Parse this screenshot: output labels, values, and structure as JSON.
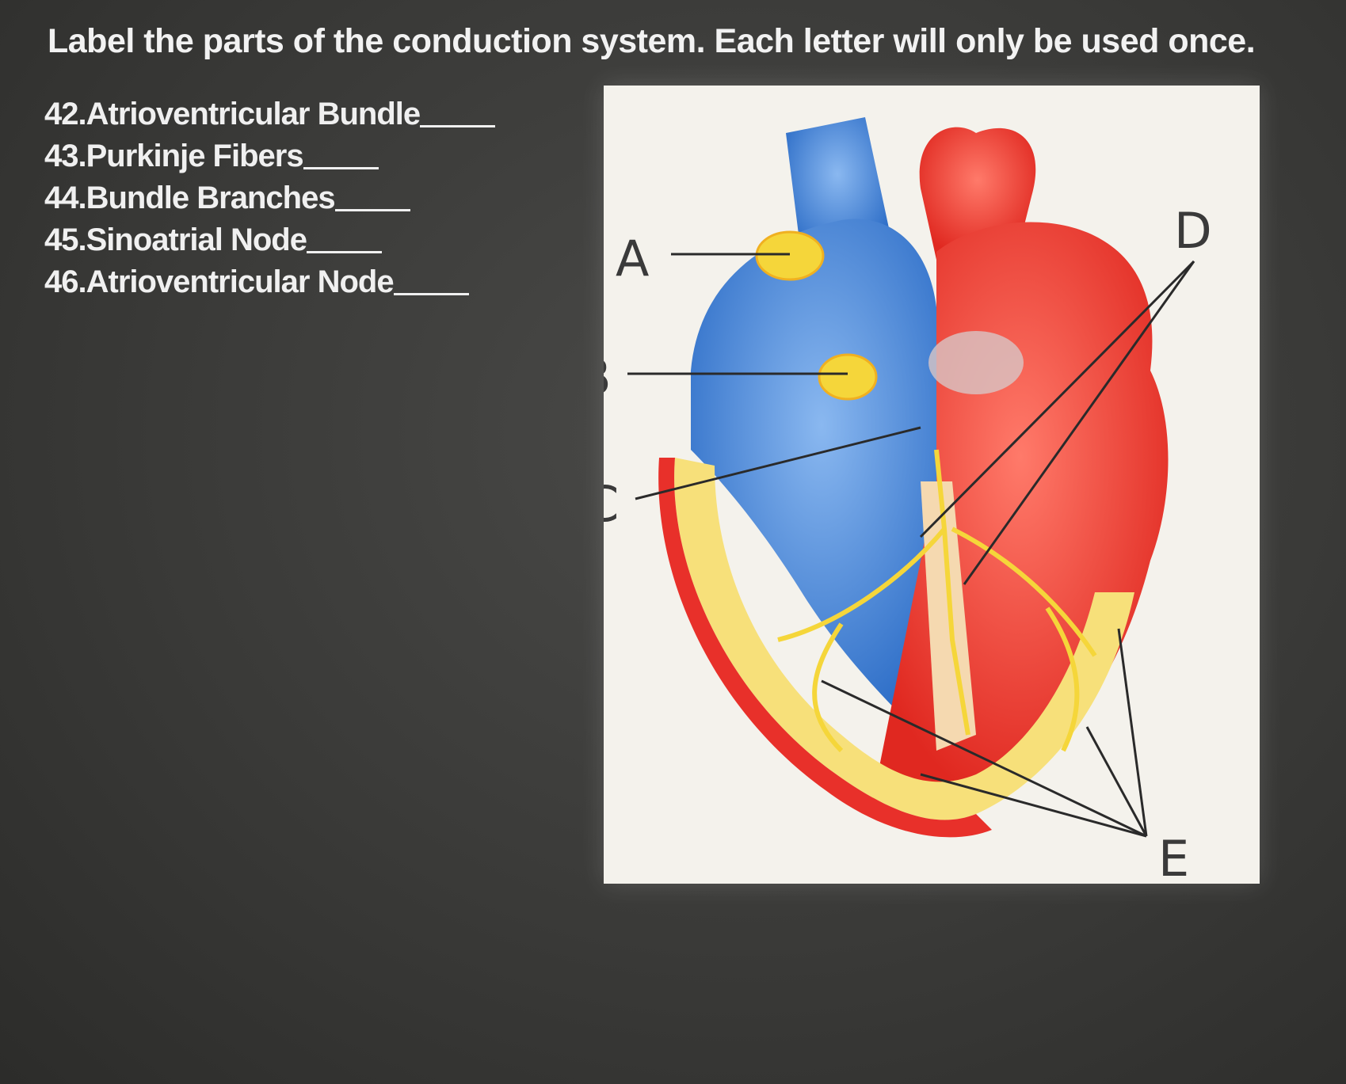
{
  "title": "Label the parts of the conduction system. Each letter will only be used once.",
  "questions": [
    {
      "number": "42.",
      "text": "Atrioventricular Bundle"
    },
    {
      "number": "43.",
      "text": "Purkinje Fibers"
    },
    {
      "number": "44.",
      "text": "Bundle Branches"
    },
    {
      "number": "45.",
      "text": "Sinoatrial Node"
    },
    {
      "number": "46.",
      "text": "Atrioventricular Node"
    }
  ],
  "diagram": {
    "labels": [
      "A",
      "B",
      "C",
      "D",
      "E"
    ]
  },
  "colors": {
    "background": "#3a3a38",
    "text": "#f0f0f0",
    "heart_red": "#e8302a",
    "heart_blue": "#3a7fd0",
    "conduction_yellow": "#f5d63a"
  }
}
